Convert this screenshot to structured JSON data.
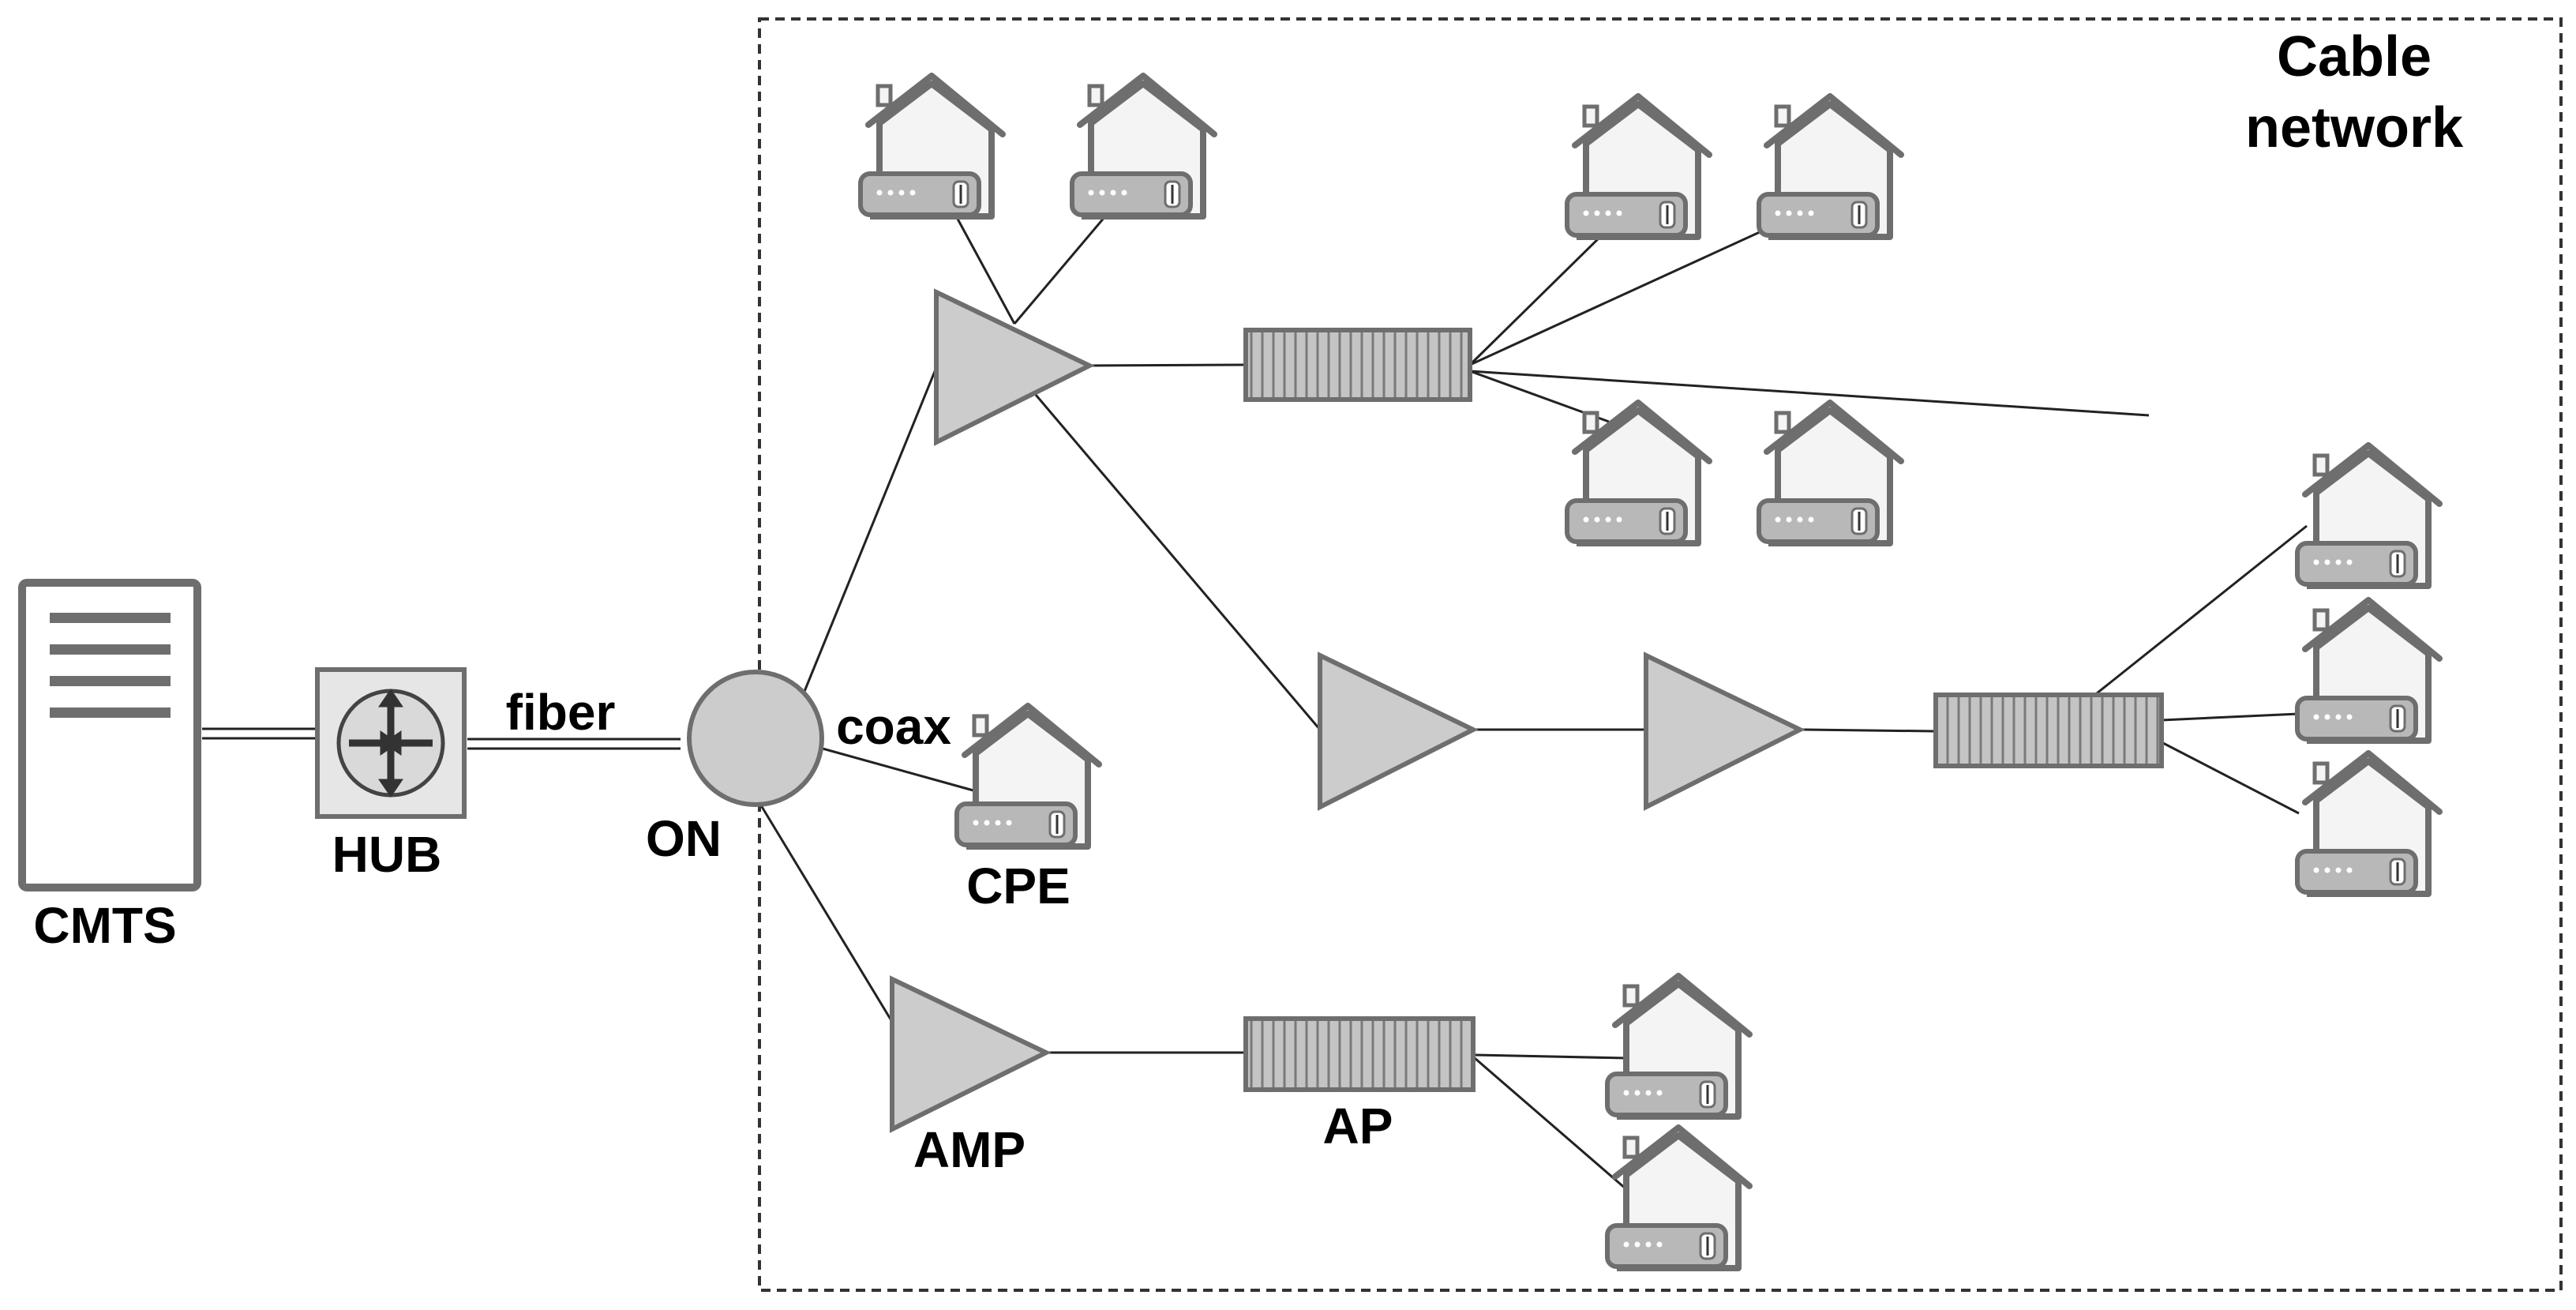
{
  "labels": {
    "cmts": "CMTS",
    "hub": "HUB",
    "fiber": "fiber",
    "on": "ON",
    "coax": "coax",
    "cpe": "CPE",
    "amp": "AMP",
    "ap": "AP",
    "network_title_line1": "Cable",
    "network_title_line2": "network"
  },
  "colors": {
    "stroke": "#6e6e6e",
    "fill": "#cccccc",
    "house_fill": "#f4f4f4",
    "modem_fill": "#b8b8b8",
    "line": "#222222"
  },
  "icons": [
    "server-icon",
    "hub-router-icon",
    "optical-node-icon",
    "amplifier-icon",
    "tap-icon",
    "house-icon",
    "modem-icon"
  ]
}
